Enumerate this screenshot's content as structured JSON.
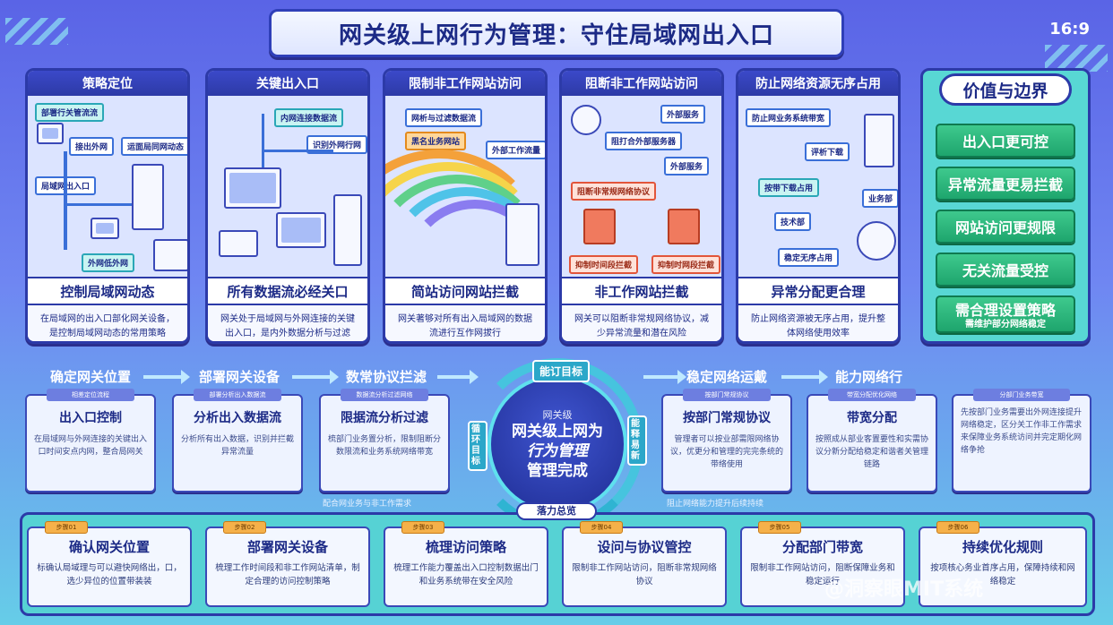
{
  "header": {
    "title": "网关级上网行为管理：守住局域网出入口",
    "ratio": "16:9"
  },
  "panels": [
    {
      "header": "策略定位",
      "chips": [
        "部署行关管流流",
        "接出外网",
        "运面局同网动态",
        "局域网出入口",
        "外网低外网"
      ],
      "label": "控制局域网动态",
      "desc": "在局域网的出入口部化网关设备，是控制局域网动态的常用策略"
    },
    {
      "header": "关键出入口",
      "chips": [
        "内网连接数据流",
        "识别外网行网"
      ],
      "label": "所有数据流必经关口",
      "desc": "网关处于局域网与外网连接的关键出入口，是内外数据分析与过滤"
    },
    {
      "header": "限制非工作网站访问",
      "chips": [
        "网析与过滤数据流",
        "黑名业务网站",
        "外部工作流量"
      ],
      "label": "简站访问网站拦截",
      "desc": "网关著够对所有出入局域网的数据流进行互作网拔行"
    },
    {
      "header": "阻断非工作网站访问",
      "chips": [
        "外部服务",
        "阻打合外部服务器",
        "外部服务",
        "阻断非常规网络协议",
        "抑制时间段拦截",
        "抑制时网段拦截"
      ],
      "label": "非工作网站拦截",
      "desc": "网关可以阻断非常规网络协议，减少异常流量和潜在风险"
    },
    {
      "header": "防止网络资源无序占用",
      "chips": [
        "防止网业务系统带宽",
        "评析下载",
        "按带下载占用",
        "业务部",
        "技术部",
        "稳定无序占用"
      ],
      "label": "异常分配更合理",
      "desc": "防止网络资源被无序占用，提升整体网络使用效率"
    }
  ],
  "value": {
    "title": "价值与边界",
    "items": [
      {
        "label": "出入口更可控",
        "sub": ""
      },
      {
        "label": "异常流量更易拦截",
        "sub": ""
      },
      {
        "label": "网站访问更规限",
        "sub": ""
      },
      {
        "label": "无关流量受控",
        "sub": ""
      },
      {
        "label": "需合理设置策略",
        "sub": "需维护部分网络稳定"
      }
    ]
  },
  "flow": {
    "steps": [
      "确定网关位置",
      "部署网关设备",
      "数常协议拦滤",
      "稳定网络运戴",
      "能力网络行"
    ],
    "center": {
      "small": "网关级",
      "line1": "网关级上网为",
      "line2": "行为管理",
      "line3": "管理完成"
    },
    "ring_labels": [
      "能订目标",
      "循环目标",
      "能释易新"
    ],
    "strip_left": "配合网业务与非工作需求",
    "strip_right": "阻止网络能力提升后续持续",
    "cards": [
      {
        "tag": "相差定位流程",
        "title": "出入口控制",
        "desc": "在局域网与外网连接的关键出入口时间安点内网，整合局网关"
      },
      {
        "tag": "部署分析出入数据流",
        "title": "分析出入数据流",
        "desc": "分析所有出入数据，识别并拦截异常流量"
      },
      {
        "tag": "数据流分析过滤网络",
        "title": "限据流分析过滤",
        "desc": "梳部门业务置分析，限制阻断分数限流和业务系统网络带宽"
      },
      {
        "tag": "按部门常规协议",
        "title": "按部门常规协议",
        "desc": "管理者可以按业部需限网络协议，优更分和管理的完完条统的带络使用"
      },
      {
        "tag": "带宽分配优化网络",
        "title": "带宽分配",
        "desc": "按照成从部业客置要性和实需协议分新分配给稳定和谐者关管理链路"
      },
      {
        "tag": "分部门业务带宽",
        "title": "",
        "desc": "先按部门业务需要出外网连接提升网络稳定，区分关工作非工作需求来保障业务系统访问并完定期化网络争抢"
      }
    ]
  },
  "bottom": {
    "title": "落力总览",
    "cards": [
      {
        "tag": "步骤01",
        "title": "确认网关位置",
        "desc": "标确认局域理与可以避快网络出，口，选少异位的位置带装装"
      },
      {
        "tag": "步骤02",
        "title": "部署网关设备",
        "desc": "梳理工作时间段和非工作网站清单，制定合理的访问控制策略"
      },
      {
        "tag": "步骤03",
        "title": "梳理访问策略",
        "desc": "梳理工作能力覆盖出入口控制数据出门和业务系统带在安全风险"
      },
      {
        "tag": "步骤04",
        "title": "设问与协议管控",
        "desc": "限制非工作网站访问，阻断非常规网络协议"
      },
      {
        "tag": "步骤05",
        "title": "分配部门带宽",
        "desc": "限制非工作网站访问，阻断保障业务和稳定运行"
      },
      {
        "tag": "步骤06",
        "title": "持续优化规则",
        "desc": "按项核心务业首序占用，保障持续和网络稳定"
      }
    ]
  },
  "watermark": "@洞察眼MIT系统"
}
